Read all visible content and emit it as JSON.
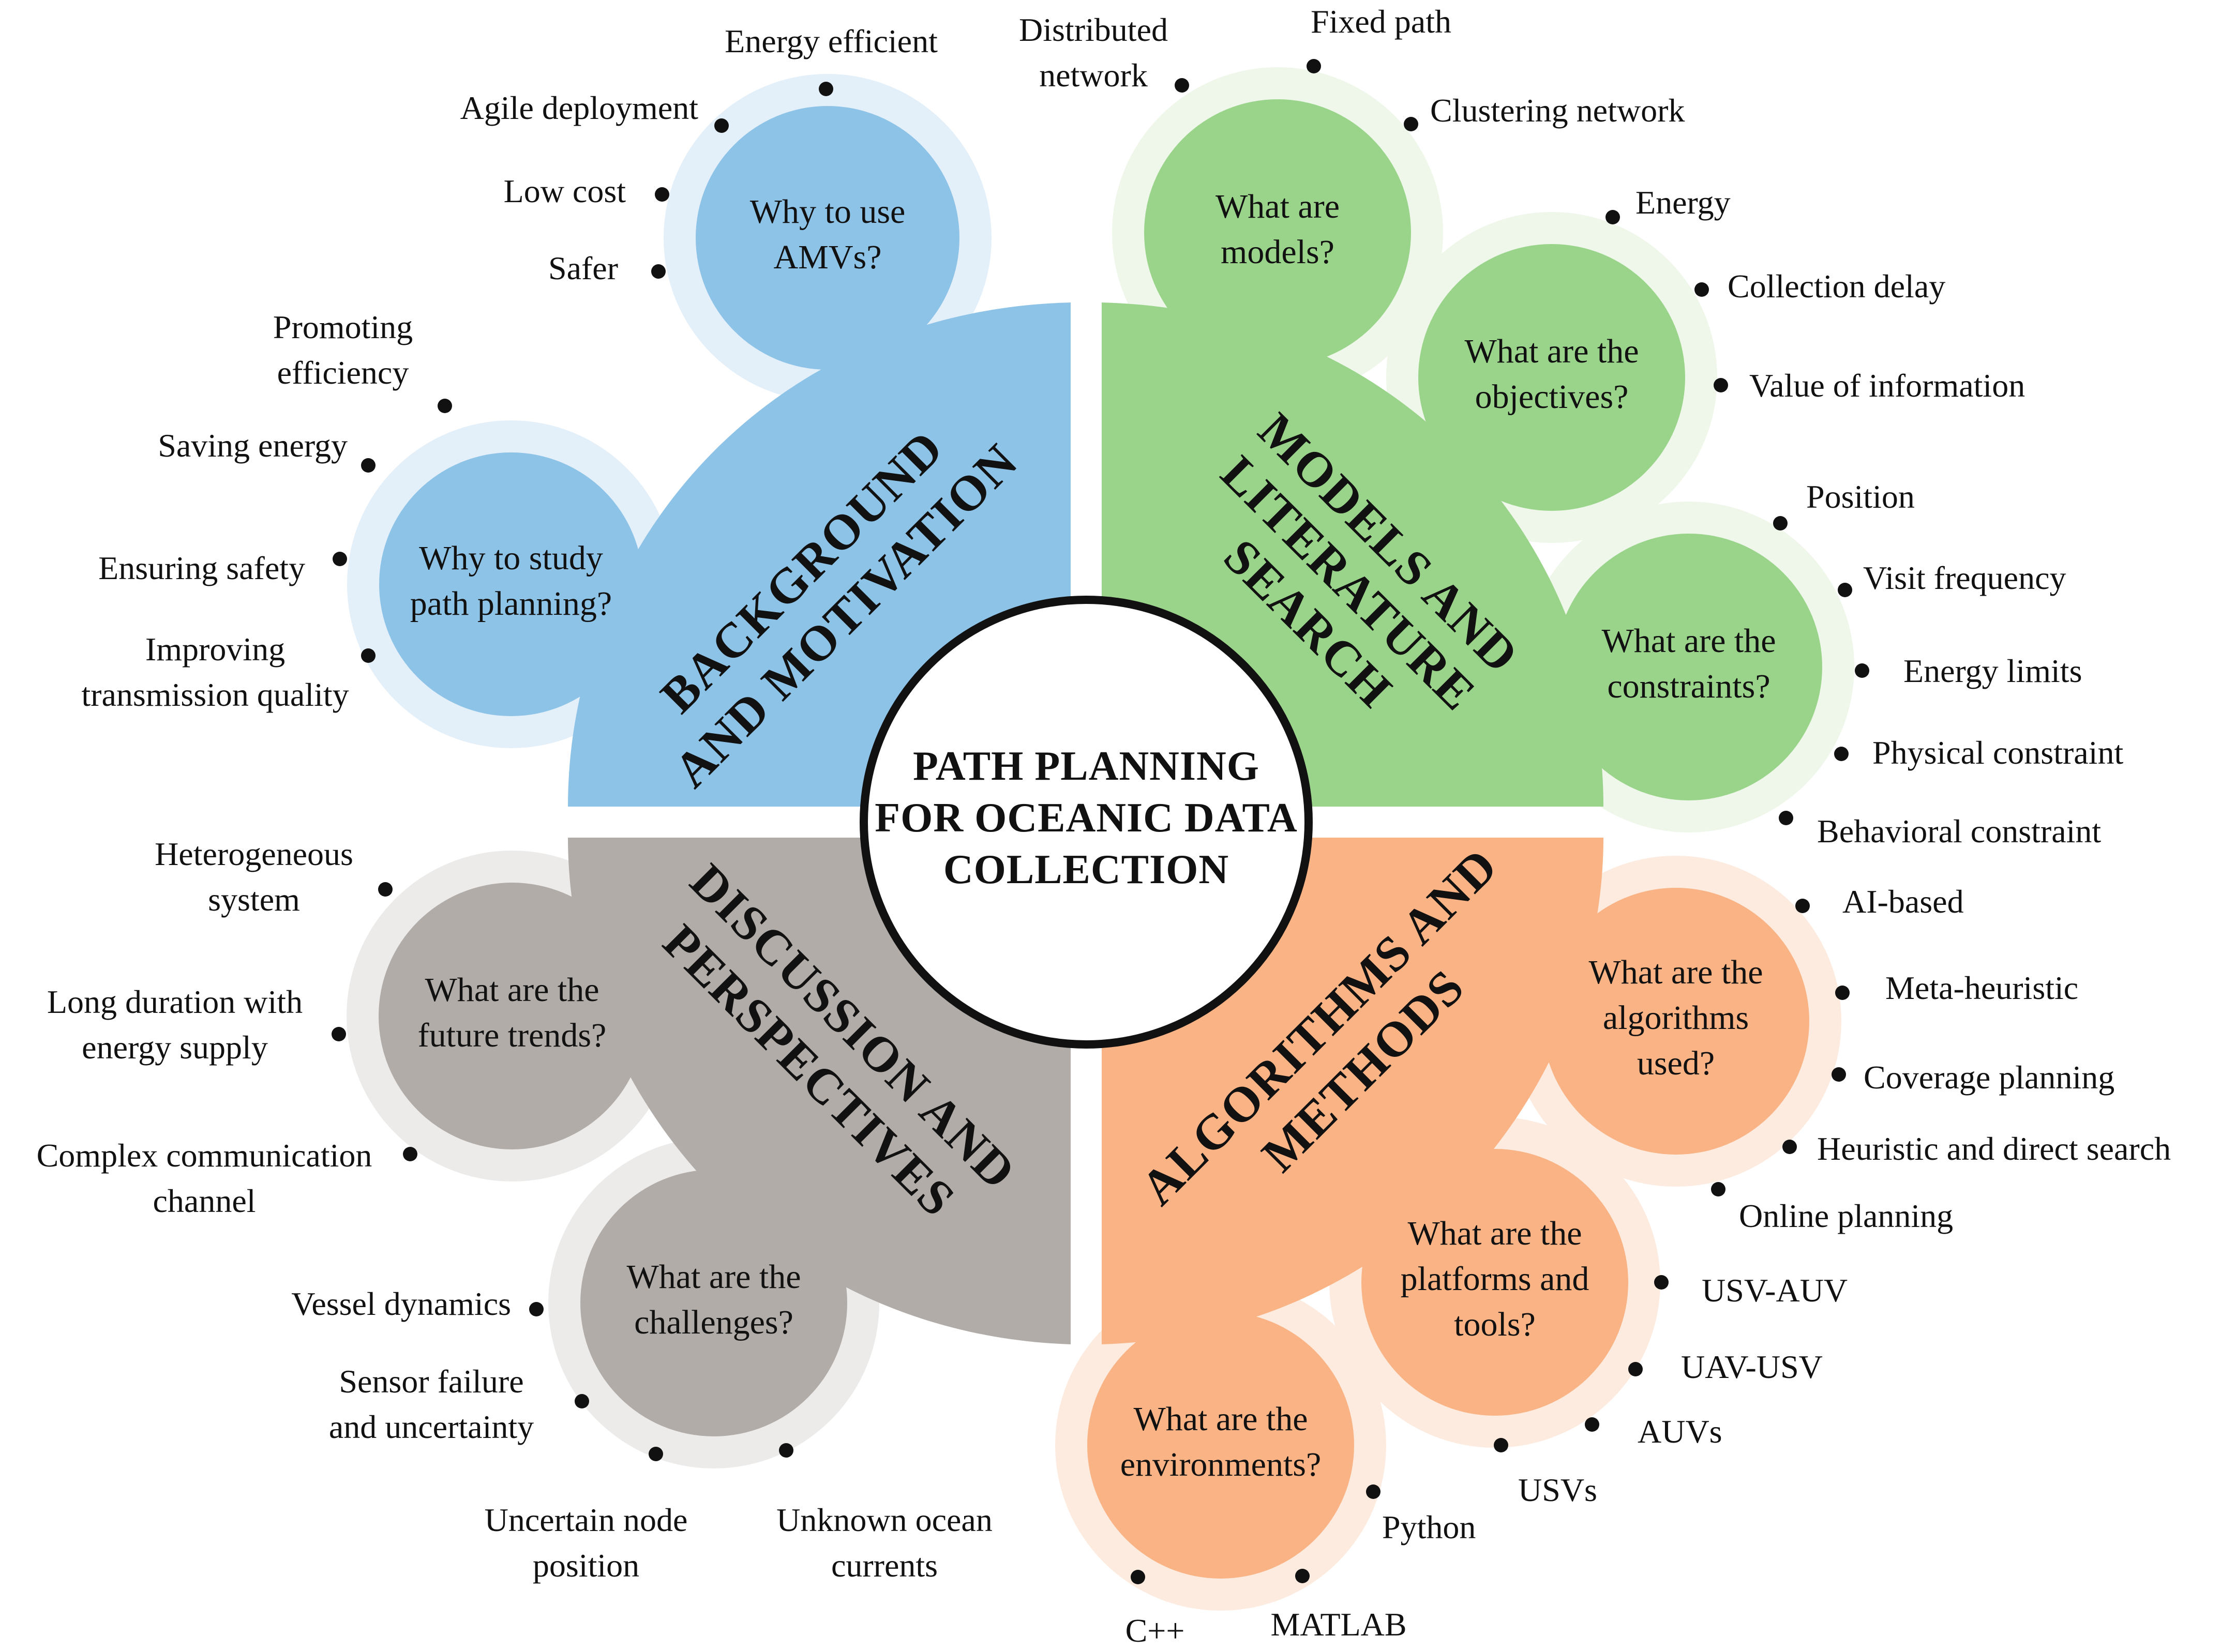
{
  "center": {
    "lines": [
      "PATH PLANNING",
      "FOR OCEANIC DATA",
      "COLLECTION"
    ]
  },
  "colors": {
    "background_motivation": "#8EC3E8",
    "background_motivation_halo": "#E3EFF9",
    "models_literature": "#9AD48A",
    "models_literature_halo": "#EEF7EA",
    "algorithms_methods": "#F9B384",
    "algorithms_methods_halo": "#FDEBDF",
    "discussion_perspectives": "#B1ACA8",
    "discussion_perspectives_halo": "#ECEBEA",
    "dot": "#111111"
  },
  "sections": [
    {
      "id": "background",
      "title": [
        "BACKGROUND",
        "AND MOTIVATION"
      ],
      "questions": [
        {
          "id": "why-amvs",
          "lines": [
            "Why to use",
            "AMVs?"
          ],
          "items": [
            [
              "Energy efficient"
            ],
            [
              "Agile deployment"
            ],
            [
              "Low cost"
            ],
            [
              "Safer"
            ]
          ]
        },
        {
          "id": "why-path",
          "lines": [
            "Why to study",
            "path planning?"
          ],
          "items": [
            [
              "Promoting",
              "efficiency"
            ],
            [
              "Saving energy"
            ],
            [
              "Ensuring safety"
            ],
            [
              "Improving",
              "transmission quality"
            ]
          ]
        }
      ]
    },
    {
      "id": "models",
      "title": [
        "MODELS AND",
        "LITERATURE",
        "SEARCH"
      ],
      "questions": [
        {
          "id": "models-q",
          "lines": [
            "What are",
            "models?"
          ],
          "items": [
            [
              "Distributed",
              "network"
            ],
            [
              "Fixed path"
            ],
            [
              "Clustering network"
            ]
          ]
        },
        {
          "id": "objectives-q",
          "lines": [
            "What are the",
            "objectives?"
          ],
          "items": [
            [
              "Energy"
            ],
            [
              "Collection delay"
            ],
            [
              "Value of information"
            ]
          ]
        },
        {
          "id": "constraints-q",
          "lines": [
            "What are the",
            "constraints?"
          ],
          "items": [
            [
              "Position"
            ],
            [
              "Visit frequency"
            ],
            [
              "Energy limits"
            ],
            [
              "Physical constraint"
            ],
            [
              "Behavioral constraint"
            ]
          ]
        }
      ]
    },
    {
      "id": "algorithms",
      "title": [
        "ALGORITHMS AND",
        "METHODS"
      ],
      "questions": [
        {
          "id": "algorithms-q",
          "lines": [
            "What are the",
            "algorithms",
            "used?"
          ],
          "items": [
            [
              "AI-based"
            ],
            [
              "Meta-heuristic"
            ],
            [
              "Coverage planning"
            ],
            [
              "Heuristic and direct search"
            ],
            [
              "Online planning"
            ]
          ]
        },
        {
          "id": "platforms-q",
          "lines": [
            "What are the",
            "platforms and",
            "tools?"
          ],
          "items": [
            [
              "USV-AUV"
            ],
            [
              "UAV-USV"
            ],
            [
              "AUVs"
            ],
            [
              "USVs"
            ]
          ]
        },
        {
          "id": "environments-q",
          "lines": [
            "What are the",
            "environments?"
          ],
          "items": [
            [
              "Python"
            ],
            [
              "MATLAB"
            ],
            [
              "C++"
            ]
          ]
        }
      ]
    },
    {
      "id": "discussion",
      "title": [
        "DISCUSSION AND",
        "PERSPECTIVES"
      ],
      "questions": [
        {
          "id": "trends-q",
          "lines": [
            "What are the",
            "future trends?"
          ],
          "items": [
            [
              "Heterogeneous",
              "system"
            ],
            [
              "Long duration with",
              "energy supply"
            ],
            [
              "Complex communication",
              "channel"
            ]
          ]
        },
        {
          "id": "challenges-q",
          "lines": [
            "What are the",
            "challenges?"
          ],
          "items": [
            [
              "Vessel dynamics"
            ],
            [
              "Sensor failure",
              "and uncertainty"
            ],
            [
              "Uncertain node",
              "position"
            ],
            [
              "Unknown ocean",
              "currents"
            ]
          ]
        }
      ]
    }
  ]
}
